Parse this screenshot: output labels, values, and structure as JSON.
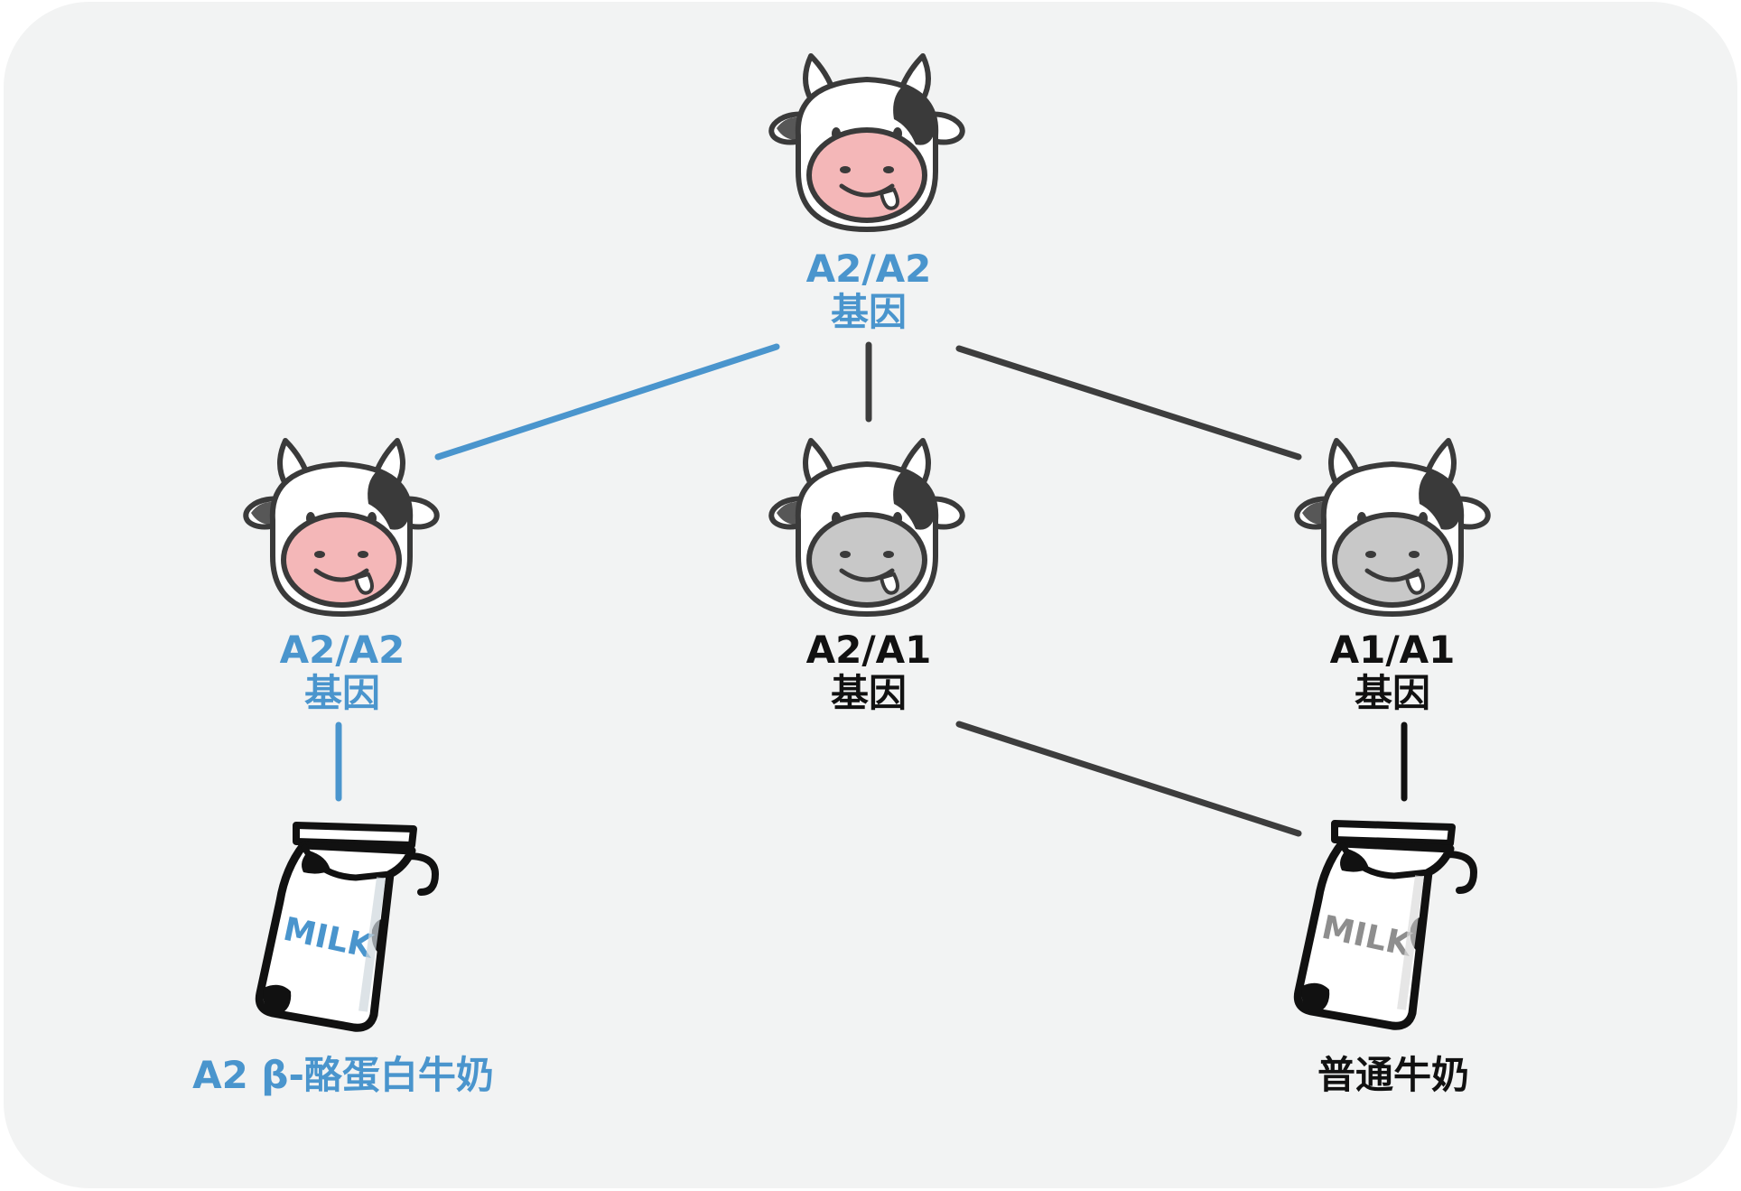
{
  "colors": {
    "background": "#f2f3f3",
    "a2_highlight": "#4a95cd",
    "a1_text": "#111111",
    "connector_dark": "#3d3d3d",
    "cow_face_pink": "#f4b7b8",
    "cow_face_gray": "#c8c8c8",
    "outline": "#3a3a3a"
  },
  "nodes": {
    "top_cow": {
      "icon": "pink-cow-icon",
      "genotype": "A2/A2",
      "gene_label": "基因"
    },
    "left_cow": {
      "icon": "pink-cow-icon",
      "genotype": "A2/A2",
      "gene_label": "基因"
    },
    "middle_cow": {
      "icon": "gray-cow-icon",
      "genotype": "A2/A1",
      "gene_label": "基因"
    },
    "right_cow": {
      "icon": "gray-cow-icon",
      "genotype": "A1/A1",
      "gene_label": "基因"
    },
    "a2_milk": {
      "icon": "blue-milk-carton-icon",
      "carton_text": "MILK",
      "label": "A2 β-酪蛋白牛奶"
    },
    "regular_milk": {
      "icon": "gray-milk-carton-icon",
      "carton_text": "MILK",
      "label": "普通牛奶"
    }
  }
}
